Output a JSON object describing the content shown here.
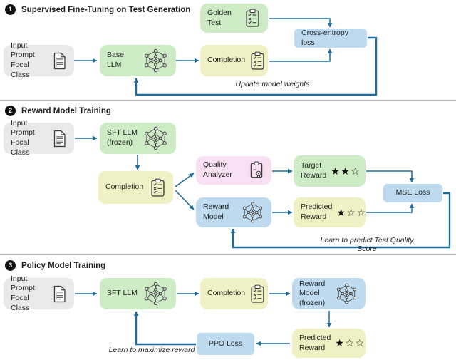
{
  "colors": {
    "green": "#cdecc6",
    "yellow": "#eff1c4",
    "blue": "#bedaef",
    "pink": "#f8e0f4",
    "gray": "#e8e9ea",
    "arrow": "#1d6b99",
    "divider": "#b4b7b9",
    "header_circle": "#111111",
    "text": "#1f1f1f"
  },
  "icons": {
    "document": "document-icon",
    "checklist": "clipboard-checklist-icon",
    "certificate": "quality-certificate-icon",
    "network": "neural-network-icon"
  },
  "s1": {
    "num": "1",
    "title": "Supervised Fine-Tuning on Test Generation",
    "input_line1": "Input Prompt",
    "input_line2": "Focal Class",
    "base_llm": "Base LLM",
    "golden": "Golden Test",
    "completion": "Completion",
    "ce_loss": "Cross-entropy loss",
    "feedback": "Update model weights"
  },
  "s2": {
    "num": "2",
    "title": "Reward Model Training",
    "input_line1": "Input Prompt",
    "input_line2": "Focal Class",
    "sft_line1": "SFT LLM",
    "sft_line2": "(frozen)",
    "completion": "Completion",
    "quality_analyzer": "Quality Analyzer",
    "reward_model": "Reward Model",
    "target_line1": "Target",
    "target_line2": "Reward",
    "target_stars": "★★☆",
    "predicted_line1": "Predicted",
    "predicted_line2": "Reward",
    "predicted_stars": "★☆☆",
    "mse_loss": "MSE Loss",
    "feedback": "Learn to predict Test Quality Score"
  },
  "s3": {
    "num": "3",
    "title": "Policy Model Training",
    "input_line1": "Input Prompt",
    "input_line2": "Focal Class",
    "sft": "SFT LLM",
    "completion": "Completion",
    "rm_line1": "Reward Model",
    "rm_line2": "(frozen)",
    "predicted_line1": "Predicted",
    "predicted_line2": "Reward",
    "predicted_stars": "★☆☆",
    "ppo_loss": "PPO Loss",
    "feedback": "Learn to maximize reward"
  }
}
